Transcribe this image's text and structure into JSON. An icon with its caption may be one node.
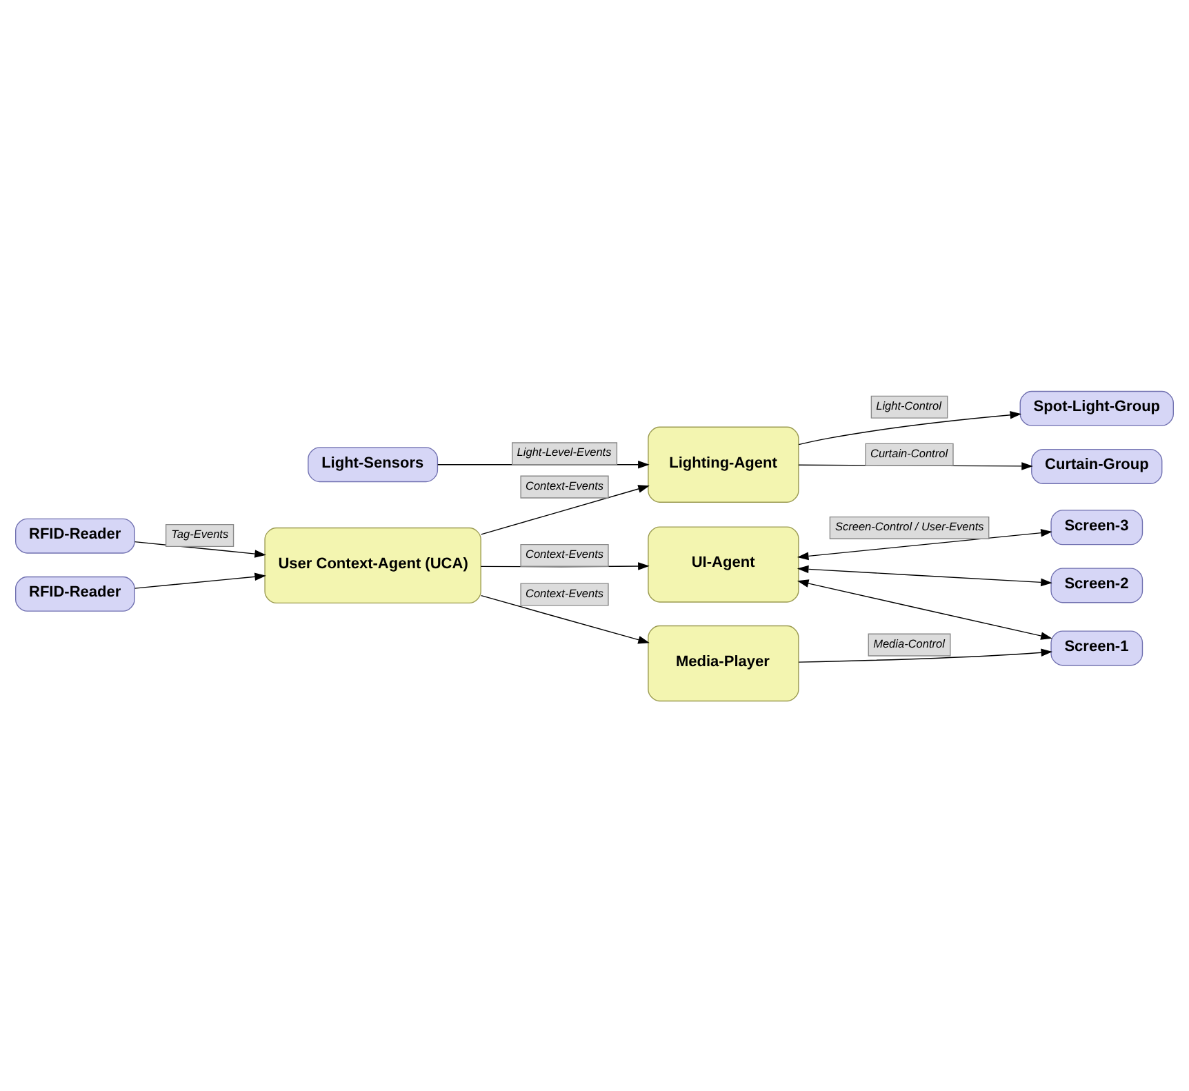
{
  "diagram": {
    "nodes": [
      {
        "text": [
          "Screen-3"
        ]
      },
      {
        "text": [
          "Screen-2"
        ]
      },
      {
        "text": [
          "UI-Agent"
        ]
      },
      {
        "text": [
          "Screen-1"
        ]
      },
      {
        "text": [
          "RFID-Reader"
        ]
      },
      {
        "text": [
          "User Context-Agent (UCA)"
        ]
      },
      {
        "text": [
          "Media-Player"
        ]
      },
      {
        "text": [
          "RFID-Reader"
        ]
      },
      {
        "text": [
          "Spot-Light-Group"
        ]
      },
      {
        "text": [
          "Light-Sensors"
        ]
      },
      {
        "text": [
          "Lighting-Agent"
        ]
      },
      {
        "text": [
          "Curtain-Group"
        ]
      }
    ],
    "edges": [
      {
        "from": 2,
        "to": 0,
        "arrow": "both",
        "label": "Screen-Control / User-Events"
      },
      {
        "from": 2,
        "to": 1,
        "arrow": "both"
      },
      {
        "from": 2,
        "to": 3,
        "arrow": "both"
      },
      {
        "from": 5,
        "to": 2,
        "arrow": "to",
        "label": "Context-Events"
      },
      {
        "from": 6,
        "to": 3,
        "arrow": "to",
        "label": "Media-Control"
      },
      {
        "from": 4,
        "to": 5,
        "arrow": "to",
        "label": "Tag-Events"
      },
      {
        "from": 7,
        "to": 5,
        "arrow": "to"
      },
      {
        "from": 5,
        "to": 6,
        "arrow": "to",
        "label": "Context-Events"
      },
      {
        "from": 5,
        "to": 10,
        "arrow": "to",
        "label": "Context-Events"
      },
      {
        "from": 9,
        "to": 10,
        "arrow": "to",
        "label": "Light-Level-Events"
      },
      {
        "from": 10,
        "to": 8,
        "arrow": "to",
        "label": "Light-Control"
      },
      {
        "from": 10,
        "to": 11,
        "arrow": "to",
        "label": "Curtain-Control"
      }
    ]
  }
}
